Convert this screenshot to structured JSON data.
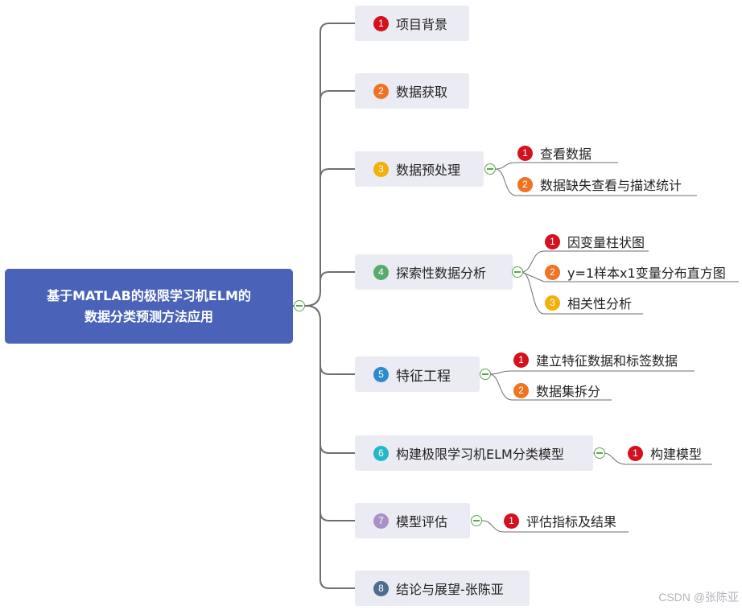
{
  "colors": {
    "root": "#4a63b8",
    "node_bg": "#ebebf3",
    "badge_1": "#d4121e",
    "badge_2": "#ee7322",
    "badge_3": "#f2b008",
    "badge_4": "#5aaa6e",
    "badge_5": "#2e8ad0",
    "badge_6": "#26b6c8",
    "badge_7": "#a991c8",
    "badge_8": "#4e6c8c",
    "toggle": "#5aa84a"
  },
  "root": {
    "line1": "基于MATLAB的极限学习机ELM的",
    "line2": "数据分类预测方法应用"
  },
  "nodes": [
    {
      "num": "1",
      "label": "项目背景"
    },
    {
      "num": "2",
      "label": "数据获取"
    },
    {
      "num": "3",
      "label": "数据预处理"
    },
    {
      "num": "4",
      "label": "探索性数据分析"
    },
    {
      "num": "5",
      "label": "特征工程"
    },
    {
      "num": "6",
      "label": "构建极限学习机ELM分类模型"
    },
    {
      "num": "7",
      "label": "模型评估"
    },
    {
      "num": "8",
      "label": "结论与展望-张陈亚"
    }
  ],
  "leaves": {
    "n3": [
      {
        "num": "1",
        "label": "查看数据"
      },
      {
        "num": "2",
        "label": "数据缺失查看与描述统计"
      }
    ],
    "n4": [
      {
        "num": "1",
        "label": "因变量柱状图"
      },
      {
        "num": "2",
        "label": "y=1样本x1变量分布直方图"
      },
      {
        "num": "3",
        "label": "相关性分析"
      }
    ],
    "n5": [
      {
        "num": "1",
        "label": "建立特征数据和标签数据"
      },
      {
        "num": "2",
        "label": "数据集拆分"
      }
    ],
    "n6": [
      {
        "num": "1",
        "label": "构建模型"
      }
    ],
    "n7": [
      {
        "num": "1",
        "label": "评估指标及结果"
      }
    ]
  },
  "watermark": "CSDN @张陈亚"
}
